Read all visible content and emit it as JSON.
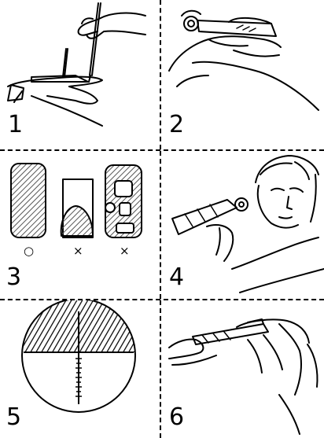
{
  "steps": [
    {
      "number": "1",
      "icon": "pipette-drop-on-prism-illustration"
    },
    {
      "number": "2",
      "icon": "close-cover-plate-illustration"
    },
    {
      "number": "3",
      "icon": "sample-coverage-examples-illustration",
      "marks": [
        "○",
        "×",
        "×"
      ]
    },
    {
      "number": "4",
      "icon": "look-through-eyepiece-illustration"
    },
    {
      "number": "5",
      "icon": "reading-scale-view-illustration"
    },
    {
      "number": "6",
      "icon": "wipe-prism-clean-illustration"
    }
  ],
  "colors": {
    "ink": "#000000",
    "paper": "#ffffff",
    "hatch": "#555555"
  }
}
